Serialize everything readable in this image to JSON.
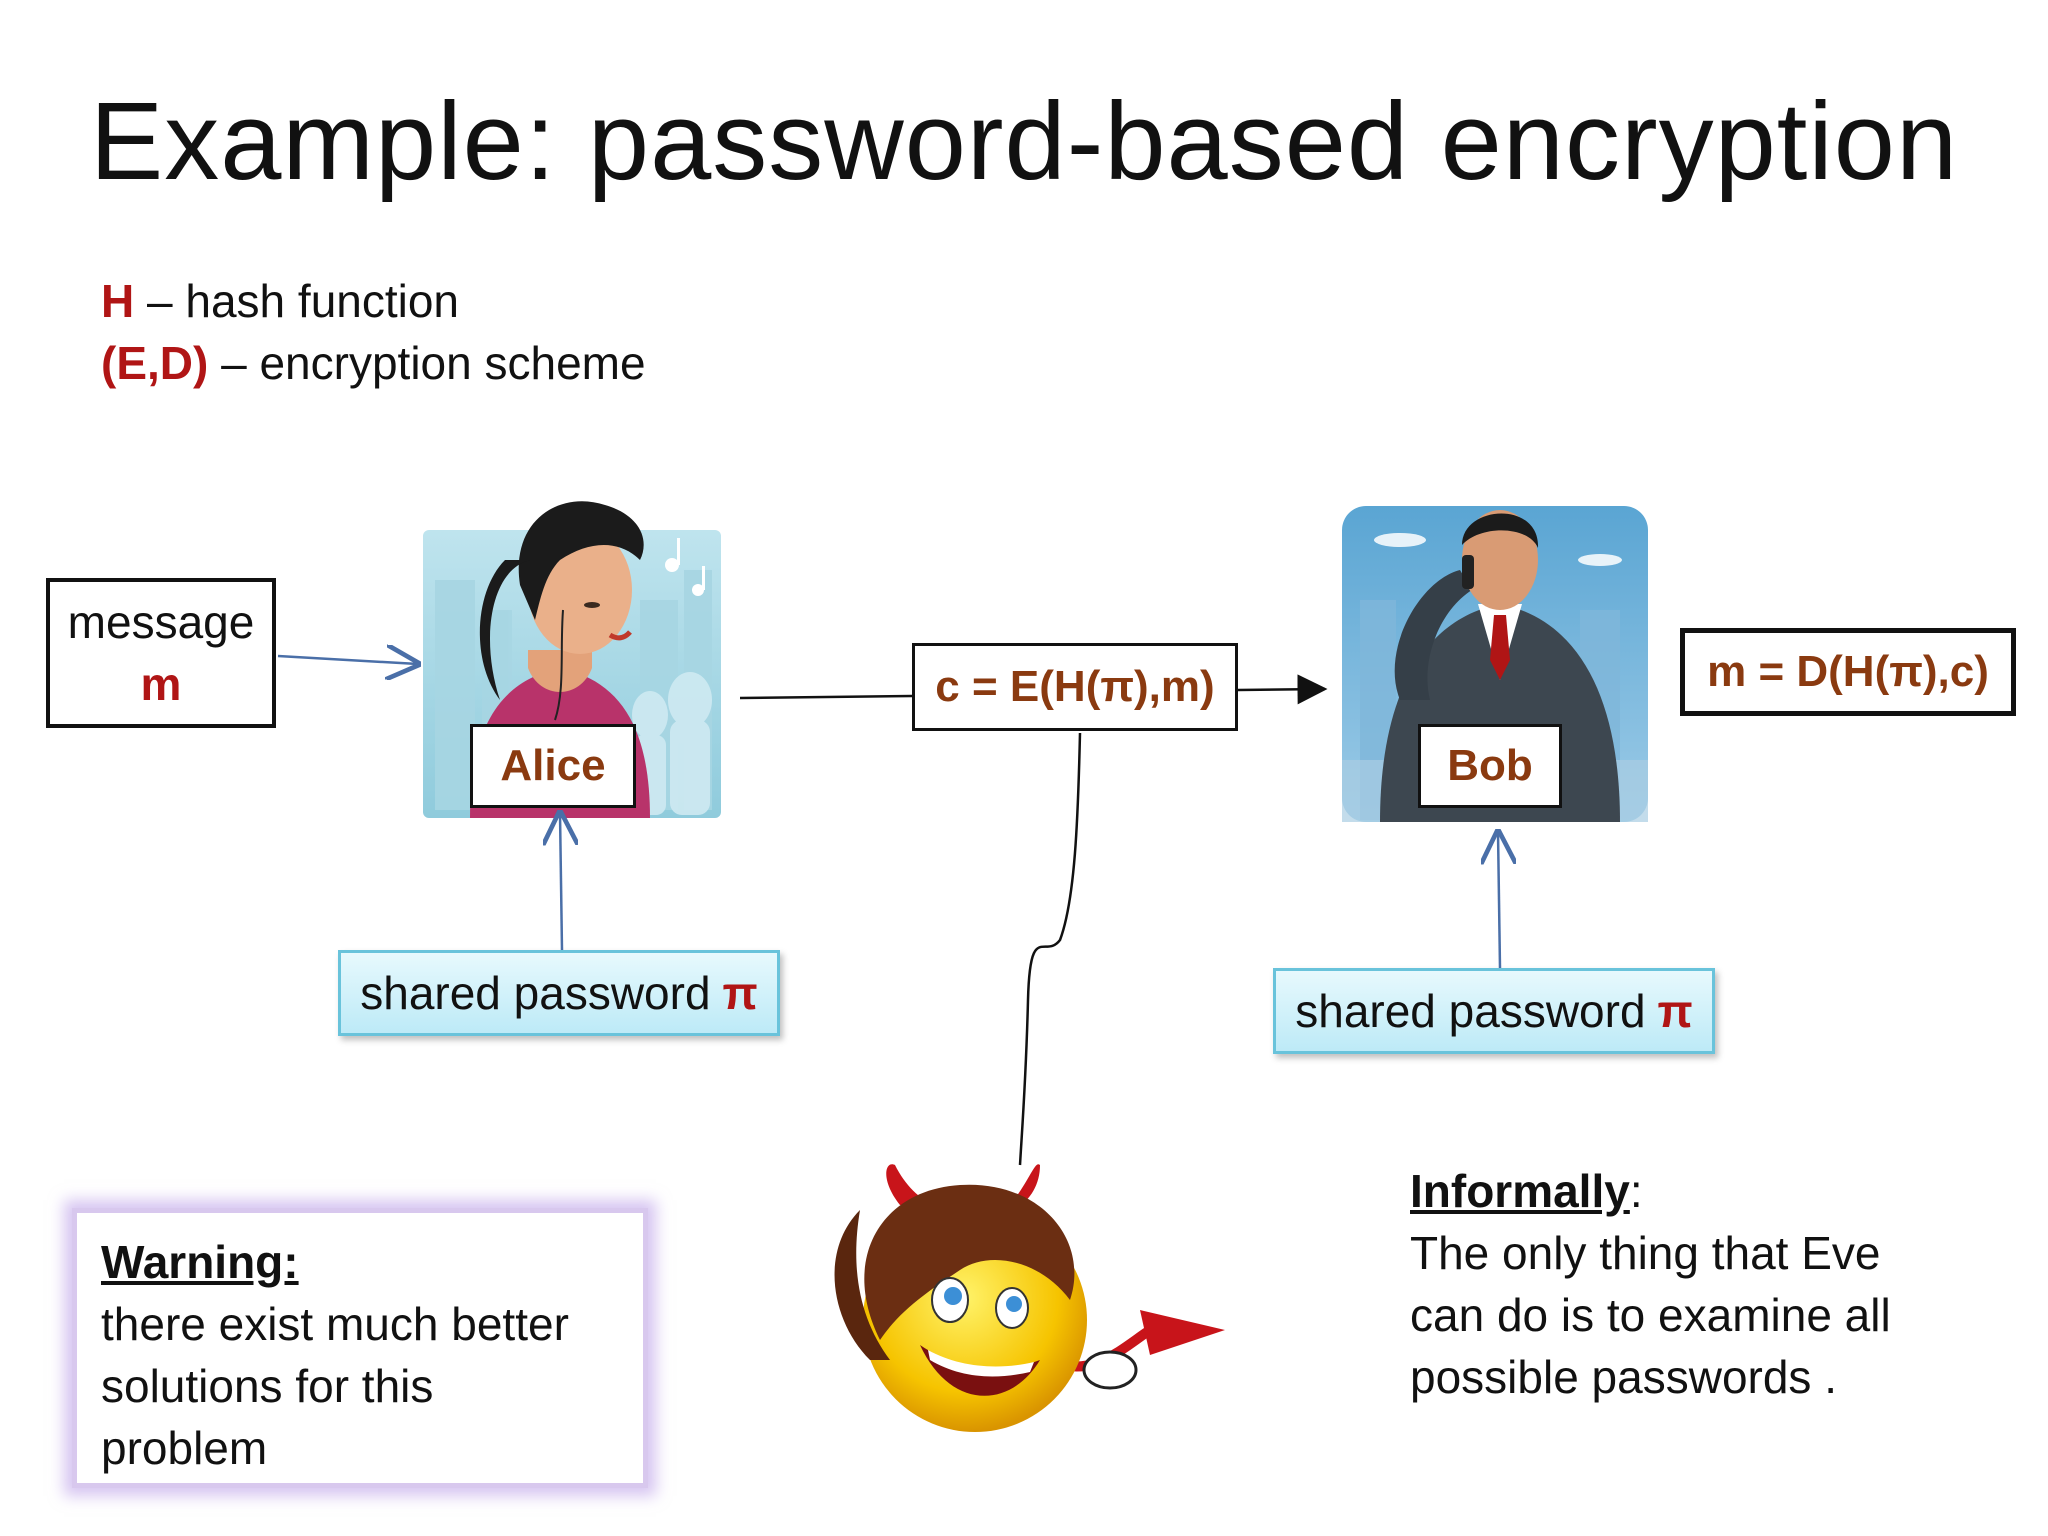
{
  "title": "Example: password-based encryption",
  "definitions": [
    {
      "symbol": "H",
      "text": " – hash function"
    },
    {
      "symbol": "(E,D)",
      "text": " – encryption scheme"
    }
  ],
  "message_box": {
    "label": "message",
    "variable": "m"
  },
  "alice": {
    "name": "Alice"
  },
  "bob": {
    "name": "Bob"
  },
  "ciphertext": "c = E(H(π),m)",
  "decryption": "m = D(H(π),c)",
  "shared_password_left": {
    "label": "shared password",
    "symbol": "π"
  },
  "shared_password_right": {
    "label": "shared password",
    "symbol": "π"
  },
  "warning": {
    "title": "Warning:",
    "body": [
      "there exist much better",
      "solutions for this",
      "problem"
    ]
  },
  "informally": {
    "title": "Informally",
    "suffix": ":",
    "body": [
      "The only thing that Eve",
      "can do is to examine all",
      "possible passwords ."
    ]
  },
  "icons": [
    "alice-illustration",
    "bob-illustration",
    "eve-devil-icon"
  ],
  "colors": {
    "symbol_red": "#b01515",
    "label_brown": "#8a3a10",
    "arrow_blue": "#4a6fa8",
    "password_fill": "#c9eef8"
  }
}
